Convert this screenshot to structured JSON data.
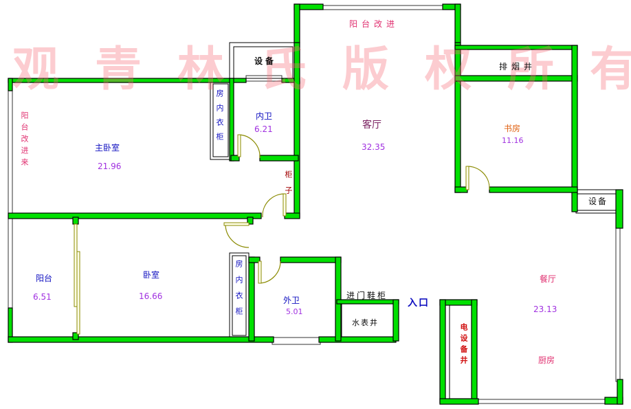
{
  "watermark": "观青林氏版权所有",
  "colors": {
    "wall": "#00e000",
    "door": "#8a8a00",
    "watermark": "#f56e78"
  },
  "rooms": {
    "balcony_top": "阳台改进",
    "equip_top": "设备",
    "flue": "排烟井",
    "master_bedroom": {
      "name": "主卧室",
      "area": "21.96"
    },
    "master_balcony": "阳台改进来",
    "master_closet": "房内衣柜",
    "inner_bath": {
      "name": "内卫",
      "area": "6.21"
    },
    "living": {
      "name": "客厅",
      "area": "32.35"
    },
    "study": {
      "name": "书房",
      "area": "11.16"
    },
    "cabinet": "柜子",
    "equip_right": "设备",
    "balcony_left": {
      "name": "阳台",
      "area": "6.51"
    },
    "bedroom": {
      "name": "卧室",
      "area": "16.66"
    },
    "bedroom_closet": "房内衣柜",
    "outer_bath": {
      "name": "外卫",
      "area": "5.01"
    },
    "shoe_cabinet": "进门鞋柜",
    "water_meter": "水表井",
    "entrance": "入口",
    "electric_shaft": "电设备井",
    "dining": {
      "name": "餐厅",
      "area": "23.13"
    },
    "kitchen": "厨房"
  }
}
